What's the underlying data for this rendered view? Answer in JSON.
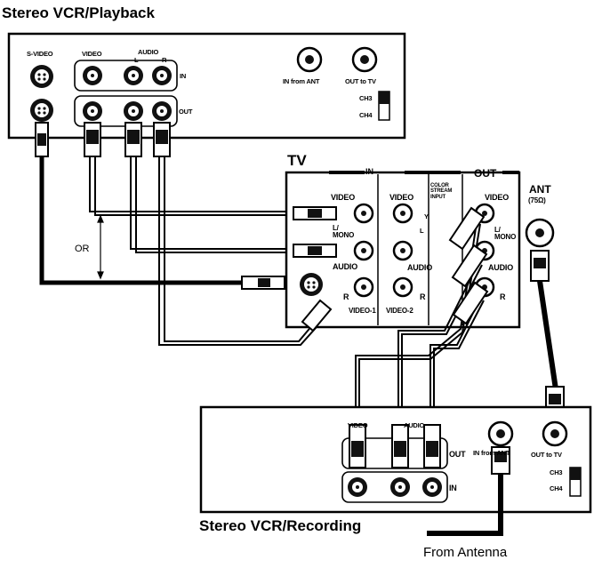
{
  "titles": {
    "playback": "Stereo VCR/Playback",
    "tv": "TV",
    "recording": "Stereo VCR/Recording",
    "from_antenna": "From Antenna"
  },
  "playback_vcr": {
    "svideo": "S-VIDEO",
    "video": "VIDEO",
    "audio": "AUDIO",
    "l": "L",
    "r": "R",
    "in": "IN",
    "out": "OUT",
    "in_from_ant": "IN from ANT",
    "out_to_tv": "OUT to TV",
    "ch3": "CH3",
    "ch4": "CH4"
  },
  "tv_panel": {
    "in": "IN",
    "out": "OUT",
    "video": "VIDEO",
    "video2": "VIDEO",
    "color_stream": "COLOR\nSTREAM\nINPUT",
    "y": "Y",
    "l_mono": "L/\nMONO",
    "l2": "L",
    "audio": "AUDIO",
    "audio2": "AUDIO",
    "r": "R",
    "r2": "R",
    "video1": "VIDEO-1",
    "video2_label": "VIDEO-2",
    "out_video": "VIDEO",
    "out_lmono": "L/\nMONO",
    "out_audio": "AUDIO",
    "out_r": "R",
    "ant": "ANT",
    "ant_ohm": "(75Ω)"
  },
  "recording_vcr": {
    "video": "VIDEO",
    "audio": "AUDIO",
    "out": "OUT",
    "in": "IN",
    "in_from_ant": "IN from ANT",
    "out_to_tv": "OUT to TV",
    "ch3": "CH3",
    "ch4": "CH4"
  },
  "misc": {
    "or": "OR"
  }
}
